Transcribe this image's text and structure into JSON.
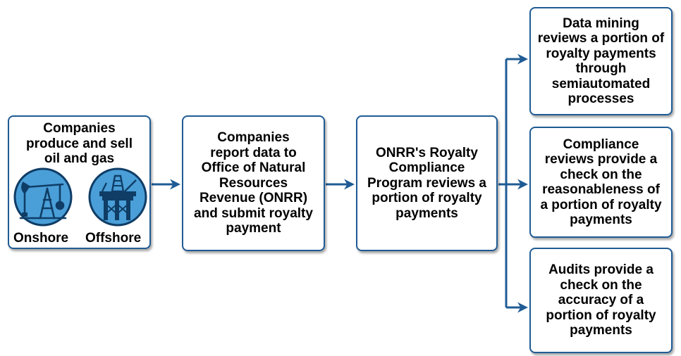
{
  "boxes": {
    "companies": {
      "title": "Companies\nproduce and sell\noil and gas",
      "onshore_label": "Onshore",
      "offshore_label": "Offshore"
    },
    "report": "Companies\nreport data to\nOffice of Natural\nResources\nRevenue (ONRR)\nand submit royalty\npayment",
    "compliance_program": "ONRR's Royalty\nCompliance\nProgram reviews a\nportion of royalty\npayments",
    "data_mining": "Data mining\nreviews a portion of\nroyalty payments\nthrough\nsemiautomated\nprocesses",
    "compliance_reviews": "Compliance\nreviews provide a\ncheck on the\nreasonableness of\na portion of royalty\npayments",
    "audits": "Audits provide a\ncheck on the\naccuracy of a\nportion of royalty\npayments"
  },
  "icons": {
    "onshore": "oil-pumpjack-icon",
    "offshore": "offshore-oil-platform-icon"
  },
  "colors": {
    "border": "#1f5b94",
    "arrow": "#1f5b94",
    "icon_fill": "#4a9fd8",
    "icon_dark": "#0f3d66"
  }
}
